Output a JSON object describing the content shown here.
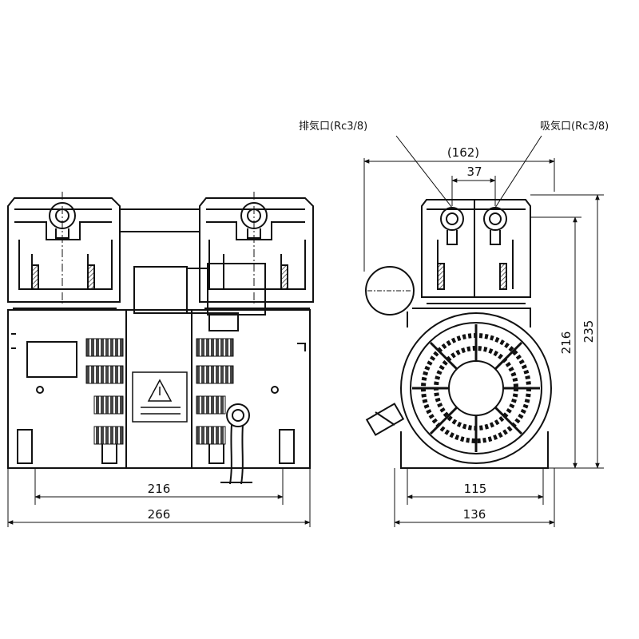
{
  "front_view": {
    "dim_inner": "216",
    "dim_outer": "266"
  },
  "side_view": {
    "label_exhaust": "排気口(Rc3/8)",
    "label_intake": "吸気口(Rc3/8)",
    "dim_top_outer": "(162)",
    "dim_top_inner": "37",
    "dim_bottom_inner": "115",
    "dim_bottom_outer": "136",
    "dim_height_inner": "216",
    "dim_height_outer": "235"
  }
}
